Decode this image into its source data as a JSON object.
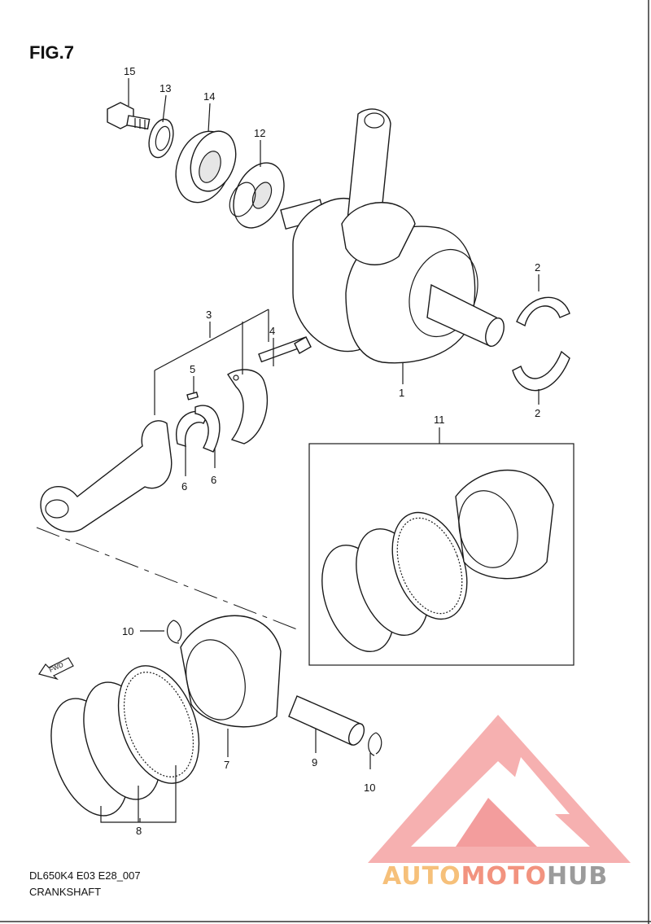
{
  "figure": {
    "title": "FIG.7",
    "code": "DL650K4 E03 E28_007",
    "name": "CRANKSHAFT"
  },
  "callouts": {
    "c1": "1",
    "c2a": "2",
    "c2b": "2",
    "c3": "3",
    "c4": "4",
    "c5": "5",
    "c6a": "6",
    "c6b": "6",
    "c7": "7",
    "c8": "8",
    "c9": "9",
    "c10a": "10",
    "c10b": "10",
    "c11": "11",
    "c12": "12",
    "c13": "13",
    "c14": "14",
    "c15": "15"
  },
  "fwd_label": "FWD",
  "watermark": {
    "part1": "AUTO",
    "part2": "MOTO",
    "part3": "HUB",
    "colors": {
      "auto": "#f6c07a",
      "moto": "#f2937f",
      "hub": "#9b9b9b",
      "logo": "#f28c8c"
    }
  }
}
